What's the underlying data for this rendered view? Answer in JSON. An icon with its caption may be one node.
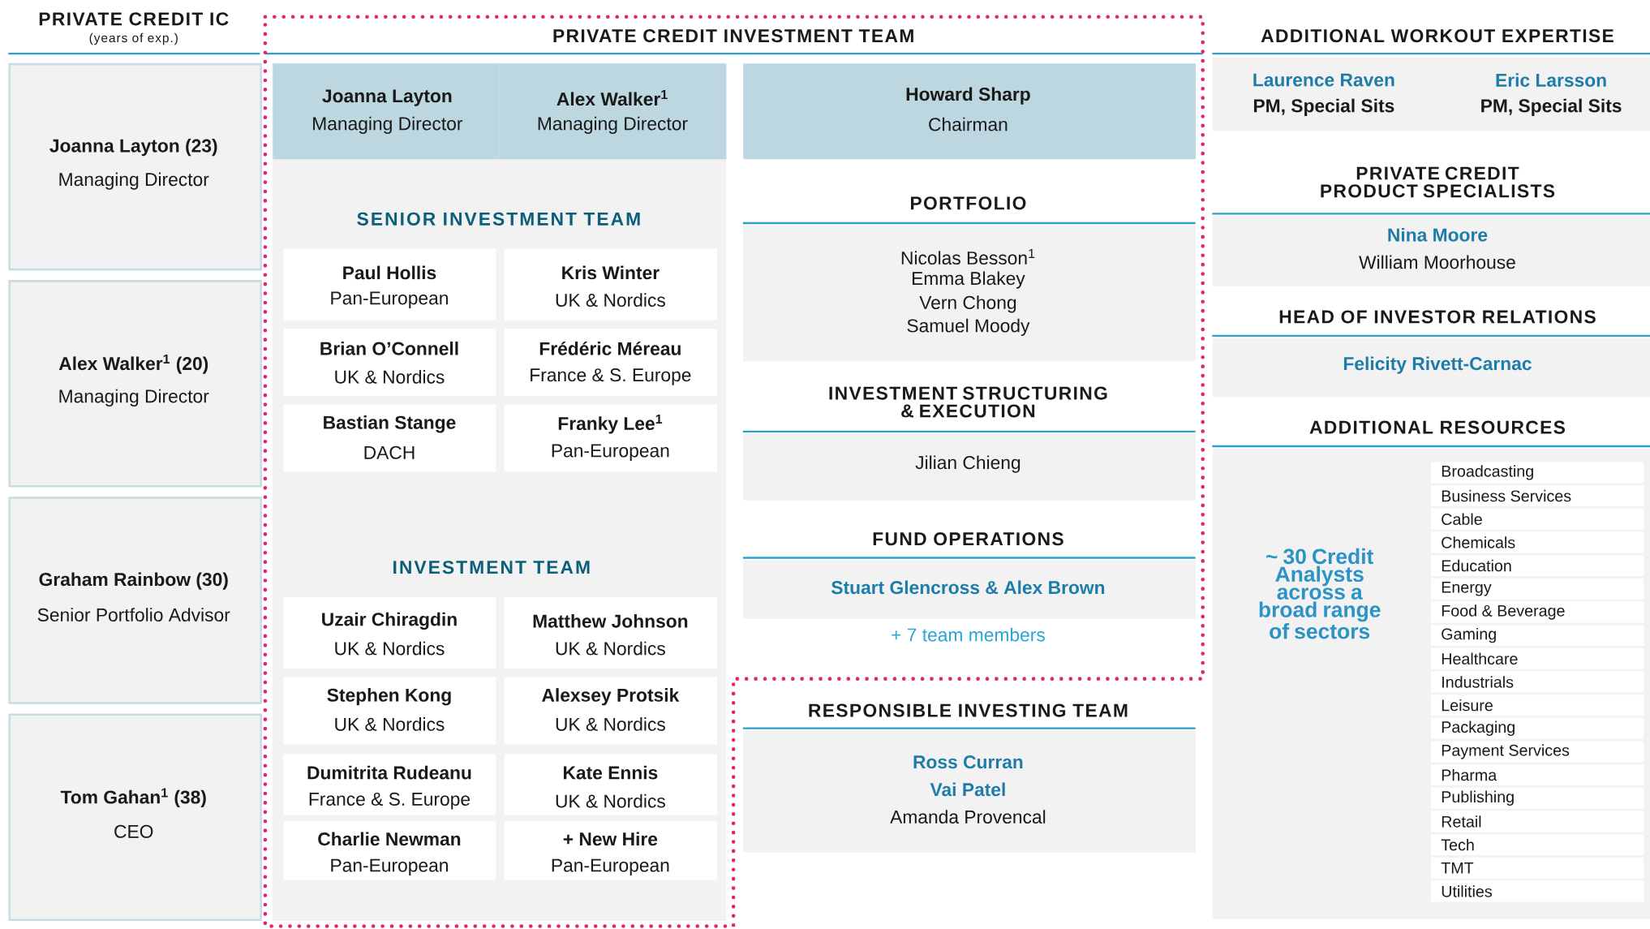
{
  "diagram": {
    "nodes": [
      {
        "text": [
          "Joanna Layton (23)",
          "Managing Director"
        ]
      },
      {
        "text": [
          "Alex Walker$^{1}$ (20)",
          "Managing Director"
        ]
      },
      {
        "text": [
          "Graham Rainbow (30)",
          "Senior Portfolio Advisor"
        ]
      },
      {
        "text": [
          "Tom Gahan$^{1}$ (38)",
          "CEO"
        ]
      },
      {
        "text": [
          "PRIVATE CREDIT INVESTMENT TEAM"
        ]
      },
      {
        "text": [
          "Joanna Layton",
          "Managing Director"
        ],
        "in": 4
      },
      {
        "text": [
          "Alex Walker$^{1}$",
          "Managing Director"
        ],
        "in": 4
      },
      {
        "text": [
          "Paul Hollis",
          "Pan-European"
        ],
        "in": 4
      },
      {
        "text": [
          "Kris Winter",
          "UK & Nordics"
        ],
        "in": 4
      },
      {
        "text": [
          "Brian O’Connell",
          "UK & Nordics"
        ],
        "in": 4
      },
      {
        "text": [
          "Frédéric Méreau",
          "France & S. Europe"
        ],
        "in": 4
      },
      {
        "text": [
          "Bastian Stange",
          "DACH"
        ],
        "in": 4
      },
      {
        "text": [
          "Franky Lee$^{1}$",
          "Pan-European"
        ],
        "in": 4
      },
      {
        "text": [
          "Uzair Chiragdin",
          "UK & Nordics"
        ],
        "in": 4
      },
      {
        "text": [
          "Matthew Johnson",
          "UK & Nordics"
        ],
        "in": 4
      },
      {
        "text": [
          "Stephen Kong",
          "UK & Nordics"
        ],
        "in": 4
      },
      {
        "text": [
          "Alexsey Protsik",
          "UK & Nordics"
        ],
        "in": 4
      },
      {
        "text": [
          "Dumitrita Rudeanu",
          "France & S. Europe"
        ],
        "in": 4
      },
      {
        "text": [
          "Kate Ennis",
          "UK & Nordics"
        ],
        "in": 4
      },
      {
        "text": [
          "Charlie Newman",
          "Pan-European"
        ],
        "in": 4
      },
      {
        "text": [
          "+ New Hire",
          "Pan-European"
        ],
        "in": 4
      },
      {
        "text": [
          "Howard Sharp",
          "Chairman"
        ],
        "in": 4
      },
      {
        "text": [
          "PORTFOLIO",
          "Nicolas Besson$^{1}$",
          "Emma Blakey",
          "Vern Chong",
          "Samuel Moody"
        ],
        "in": 4
      },
      {
        "text": [
          "INVESTMENT STRUCTURING & EXECUTION",
          "Jilian Chieng"
        ],
        "in": 4
      },
      {
        "text": [
          "FUND OPERATIONS",
          "Stuart Glencross & Alex Brown",
          "+ 7 team members"
        ],
        "in": 4
      },
      {
        "text": [
          "RESPONSIBLE INVESTING TEAM",
          "Ross Curran",
          "Vai Patel",
          "Amanda Provencal"
        ]
      },
      {
        "text": [
          "ADDITIONAL WORKOUT EXPERTISE"
        ]
      },
      {
        "text": [
          "Laurence Raven",
          "PM, Special Sits"
        ],
        "in": 26
      },
      {
        "text": [
          "Eric Larsson",
          "PM, Special Sits"
        ],
        "in": 26
      },
      {
        "text": [
          "PRIVATE CREDIT PRODUCT SPECIALISTS",
          "Nina Moore",
          "William Moorhouse"
        ]
      },
      {
        "text": [
          "HEAD OF INVESTOR RELATIONS",
          "Felicity Rivett-Carnac"
        ]
      },
      {
        "text": [
          "ADDITIONAL RESOURCES",
          "~ 30 Credit Analysts across a broad range of sectors"
        ]
      }
    ],
    "labels": [
      "PRIVATE CREDIT IC",
      "(years of exp.)",
      "SENIOR INVESTMENT TEAM",
      "INVESTMENT TEAM",
      "Broadcasting",
      "Business Services",
      "Cable",
      "Chemicals",
      "Education",
      "Energy",
      "Food & Beverage",
      "Gaming",
      "Healthcare",
      "Industrials",
      "Leisure",
      "Packaging",
      "Payment Services",
      "Pharma",
      "Publishing",
      "Retail",
      "Tech",
      "TMT",
      "Utilities"
    ]
  }
}
